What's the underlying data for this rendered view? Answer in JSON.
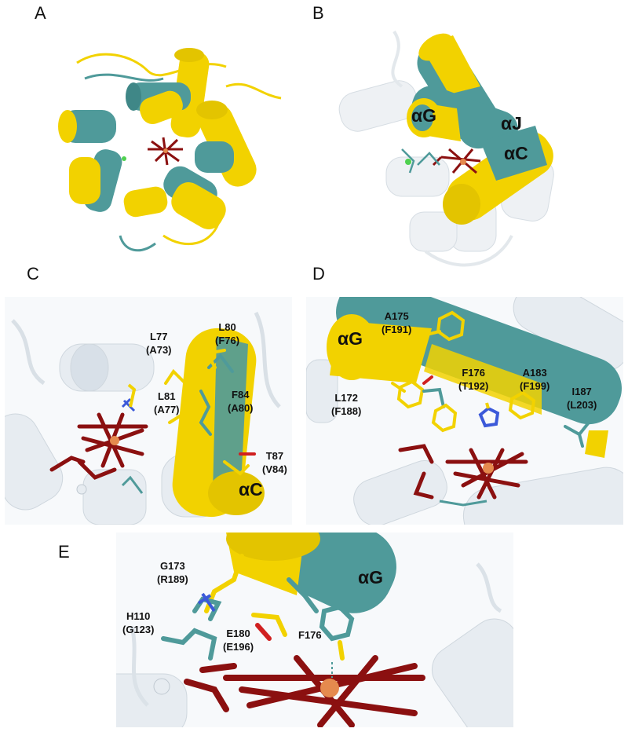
{
  "panels": {
    "A": {
      "label": "A"
    },
    "B": {
      "label": "B",
      "helices": [
        "αG",
        "αJ",
        "αC"
      ]
    },
    "C": {
      "label": "C",
      "helix": "αC",
      "residues": [
        [
          "L77",
          "(A73)"
        ],
        [
          "L80",
          "(F76)"
        ],
        [
          "F84",
          "(A80)"
        ],
        [
          "L81",
          "(A77)"
        ],
        [
          "T87",
          "(V84)"
        ]
      ]
    },
    "D": {
      "label": "D",
      "helix": "αG",
      "residues": [
        [
          "A175",
          "(F191)"
        ],
        [
          "F176",
          "(T192)"
        ],
        [
          "A183",
          "(F199)"
        ],
        [
          "L172",
          "(F188)"
        ],
        [
          "I187",
          "(L203)"
        ]
      ]
    },
    "E": {
      "label": "E",
      "helix": "αG",
      "residues": [
        [
          "G173",
          "(R189)"
        ],
        [
          "H110",
          "(G123)"
        ],
        [
          "E180",
          "(E196)"
        ],
        [
          "F176",
          ""
        ]
      ]
    }
  },
  "colors": {
    "yellow": "#f2d200",
    "teal": "#4f9a9a",
    "heme": "#8b1010",
    "iron": "#e58a4e",
    "grey": "#dde4ea"
  }
}
